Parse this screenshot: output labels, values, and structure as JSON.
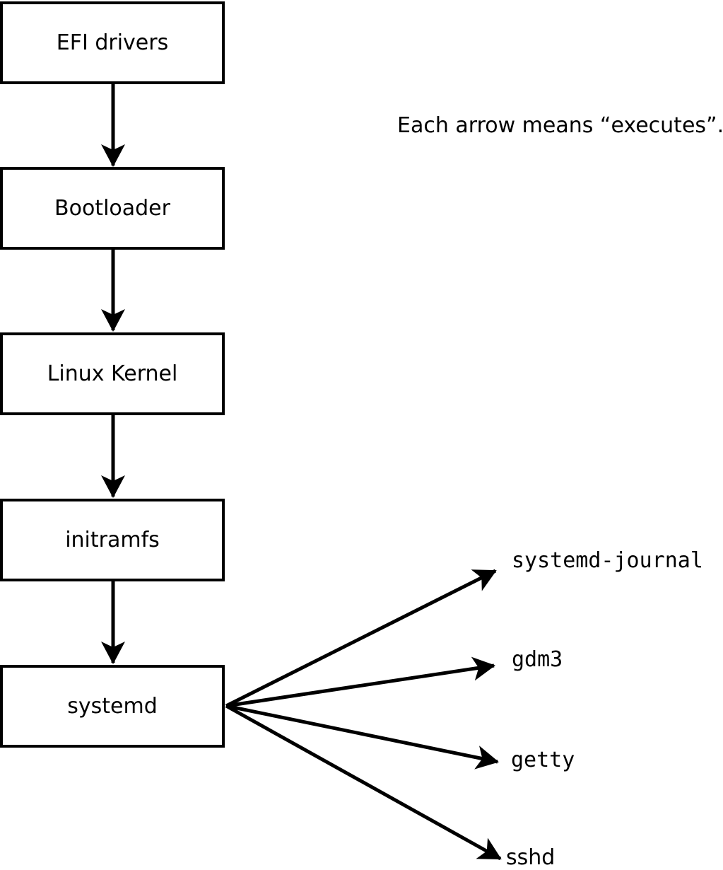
{
  "note": "Each arrow means “executes”.",
  "chain": [
    {
      "id": "efi-drivers",
      "label": "EFI drivers"
    },
    {
      "id": "bootloader",
      "label": "Bootloader"
    },
    {
      "id": "linux-kernel",
      "label": "Linux Kernel"
    },
    {
      "id": "initramfs",
      "label": "initramfs"
    },
    {
      "id": "systemd",
      "label": "systemd"
    }
  ],
  "targets": [
    {
      "id": "systemd-journal",
      "label": "systemd-journal"
    },
    {
      "id": "gdm3",
      "label": "gdm3"
    },
    {
      "id": "getty",
      "label": "getty"
    },
    {
      "id": "sshd",
      "label": "sshd"
    }
  ],
  "arrow_meaning": "executes",
  "colors": {
    "line": "#000000",
    "background": "#ffffff",
    "box_fill": "#ffffff",
    "text": "#000000"
  }
}
